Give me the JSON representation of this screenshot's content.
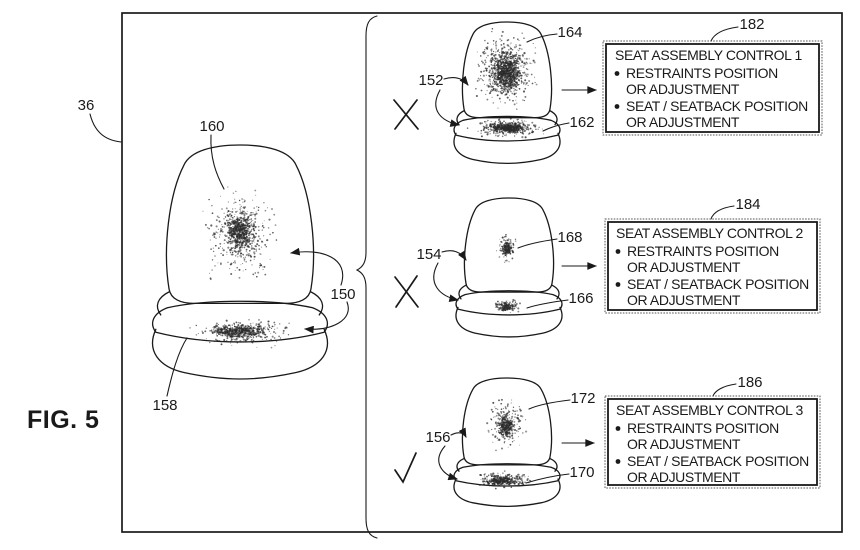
{
  "figure_label": "FIG. 5",
  "frame_ref": "36",
  "main_seat": {
    "seatback_map_ref": "160",
    "assembly_ref": "150",
    "cushion_map_ref": "158"
  },
  "rows": [
    {
      "mark": "x",
      "seat_ref": "152",
      "seatback_map_ref": "164",
      "cushion_map_ref": "162",
      "control_ref": "182",
      "control_title": "SEAT ASSEMBLY CONTROL 1",
      "bullet1_line1": "RESTRAINTS POSITION",
      "bullet1_line2": "OR ADJUSTMENT",
      "bullet2_line1": "SEAT / SEATBACK POSITION",
      "bullet2_line2": "OR ADJUSTMENT"
    },
    {
      "mark": "x",
      "seat_ref": "154",
      "seatback_map_ref": "168",
      "cushion_map_ref": "166",
      "control_ref": "184",
      "control_title": "SEAT ASSEMBLY CONTROL 2",
      "bullet1_line1": "RESTRAINTS POSITION",
      "bullet1_line2": "OR ADJUSTMENT",
      "bullet2_line1": "SEAT / SEATBACK POSITION",
      "bullet2_line2": "OR ADJUSTMENT"
    },
    {
      "mark": "check",
      "seat_ref": "156",
      "seatback_map_ref": "172",
      "cushion_map_ref": "170",
      "control_ref": "186",
      "control_title": "SEAT ASSEMBLY CONTROL 3",
      "bullet1_line1": "RESTRAINTS POSITION",
      "bullet1_line2": "OR ADJUSTMENT",
      "bullet2_line1": "SEAT / SEATBACK POSITION",
      "bullet2_line2": "OR ADJUSTMENT"
    }
  ]
}
